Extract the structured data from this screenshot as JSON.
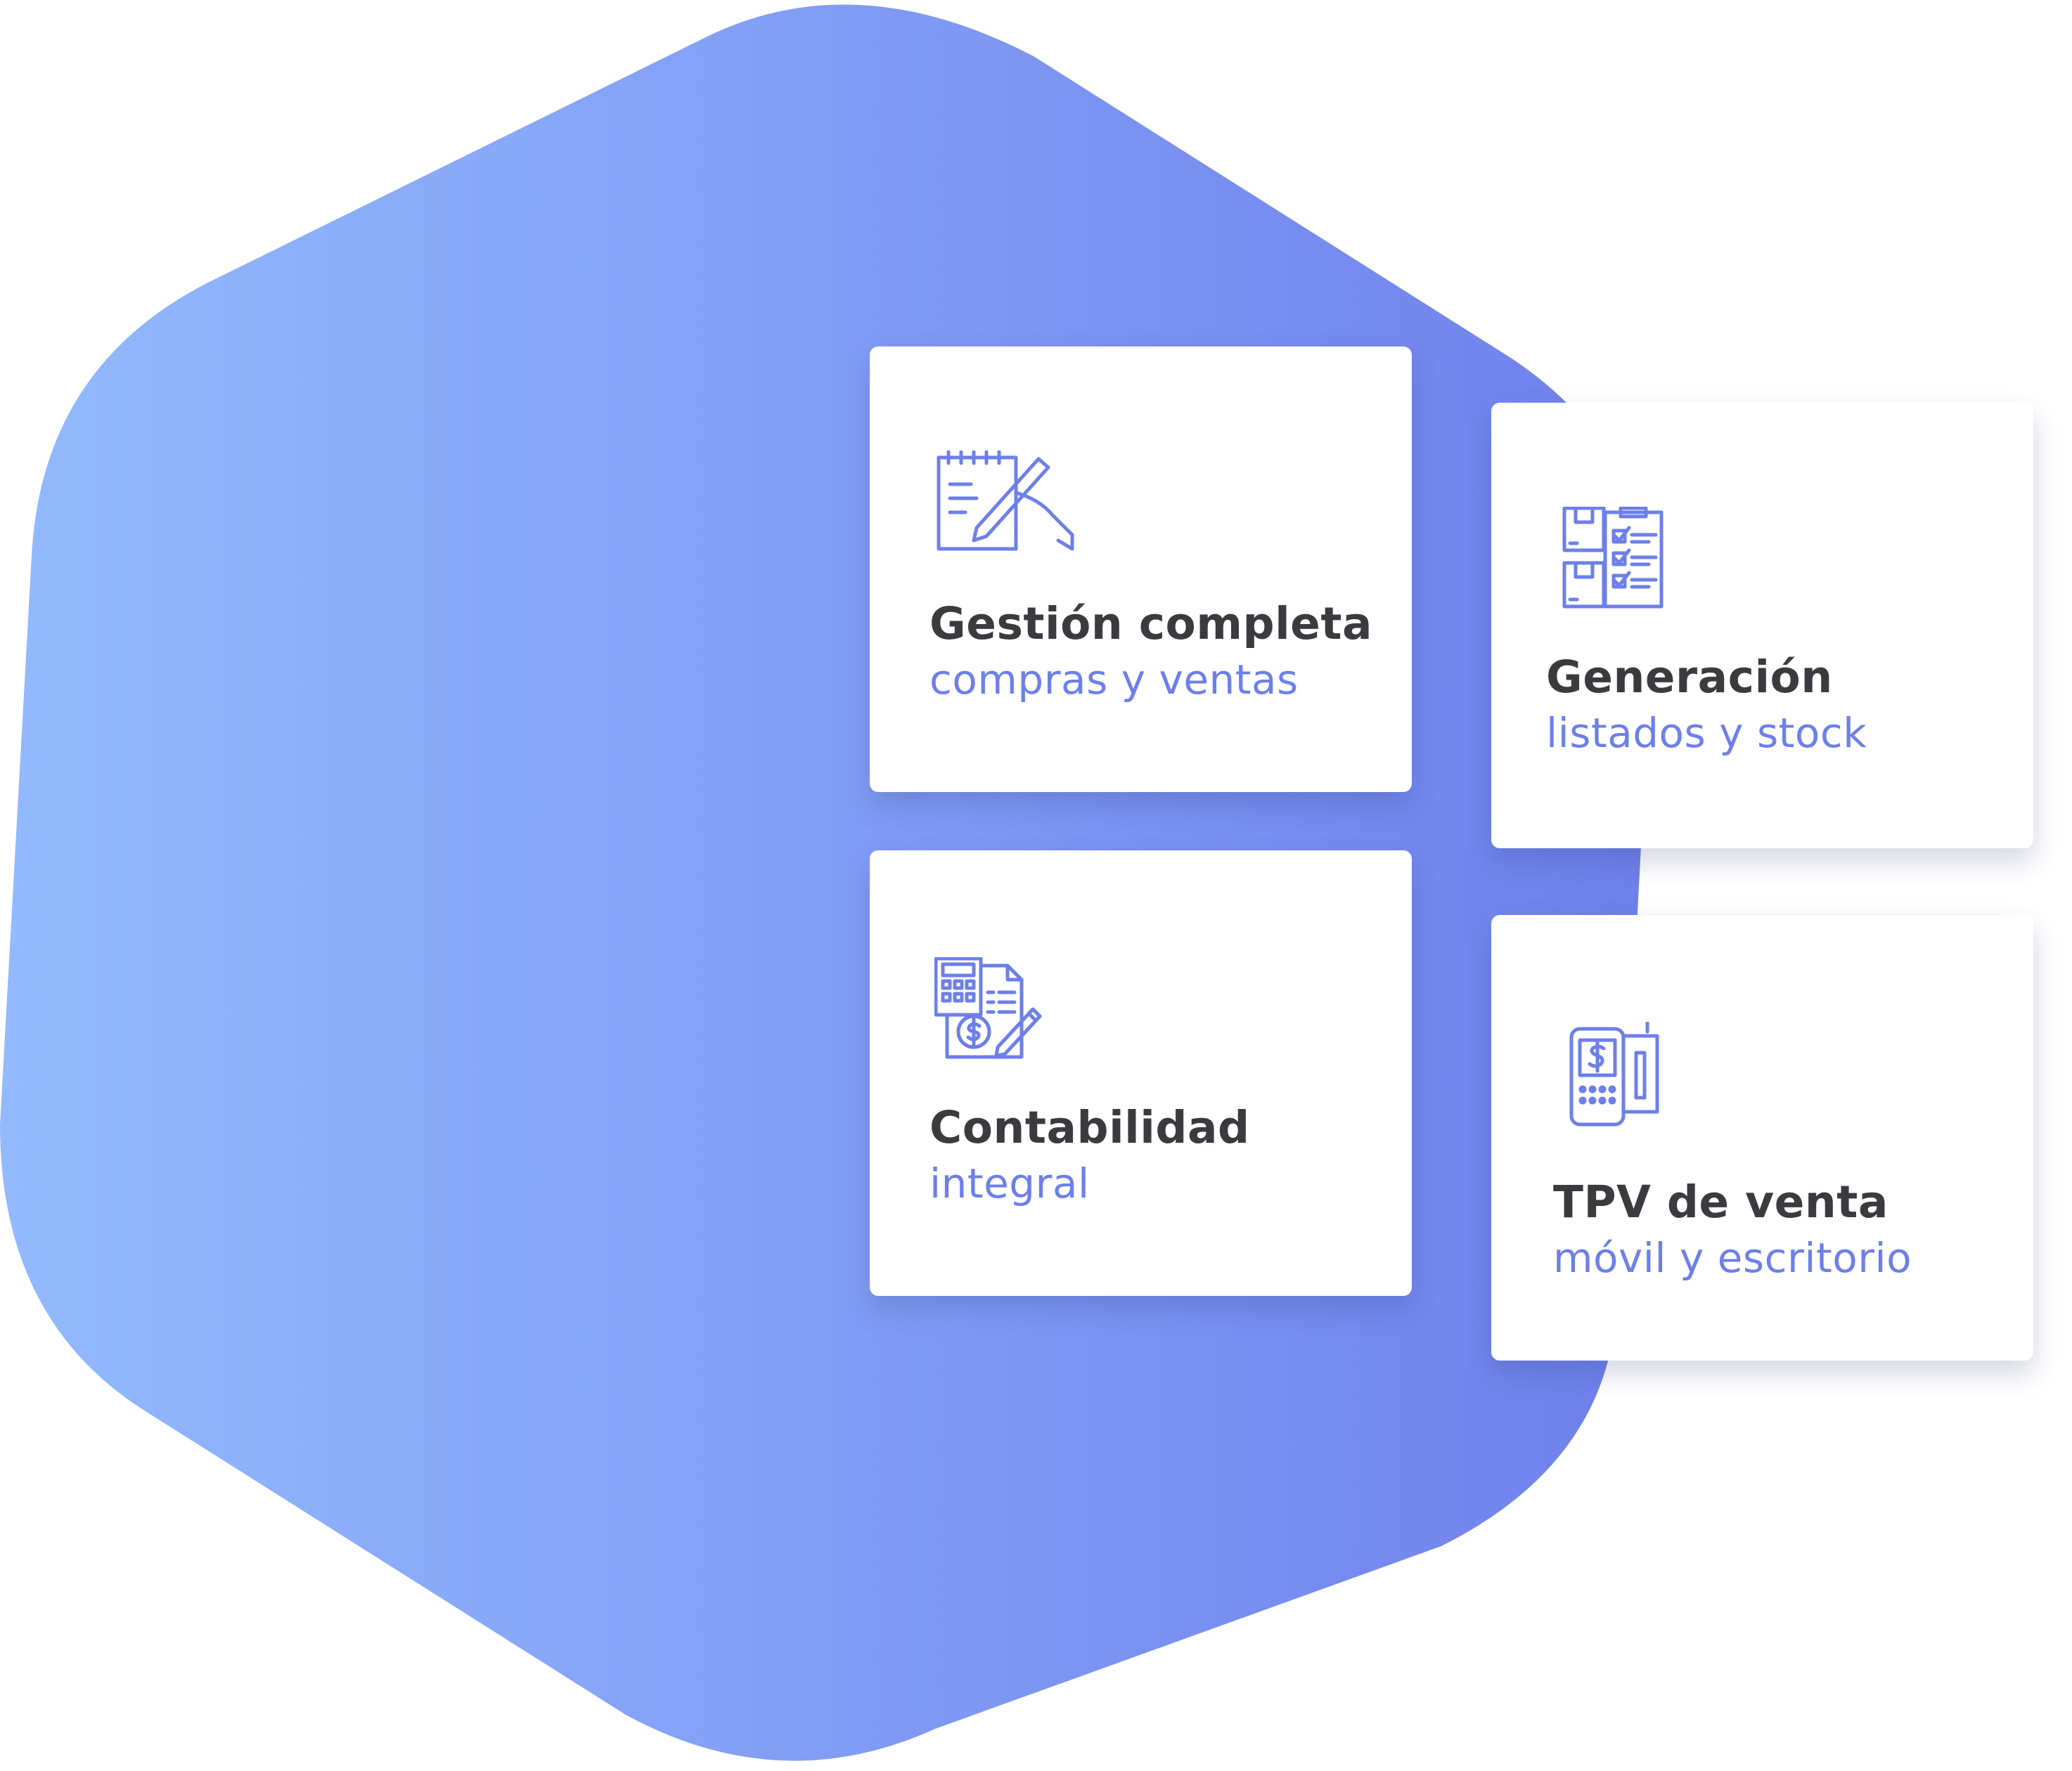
{
  "colors": {
    "hexagon_gradient_start": "#93bafd",
    "hexagon_gradient_end": "#6f80ec",
    "card_background": "#ffffff",
    "title_color": "#3b3b3f",
    "subtitle_color": "#6d7fea",
    "icon_color": "#6d7fea"
  },
  "cards": [
    {
      "icon": "notepad-pen-icon",
      "title": "Gestión completa",
      "subtitle": "compras y ventas"
    },
    {
      "icon": "inventory-checklist-icon",
      "title": "Generación",
      "subtitle": "listados y stock"
    },
    {
      "icon": "calculator-invoice-icon",
      "title": "Contabilidad",
      "subtitle": "integral"
    },
    {
      "icon": "pos-terminal-icon",
      "title": "TPV de venta",
      "subtitle": "móvil y escritorio"
    }
  ]
}
